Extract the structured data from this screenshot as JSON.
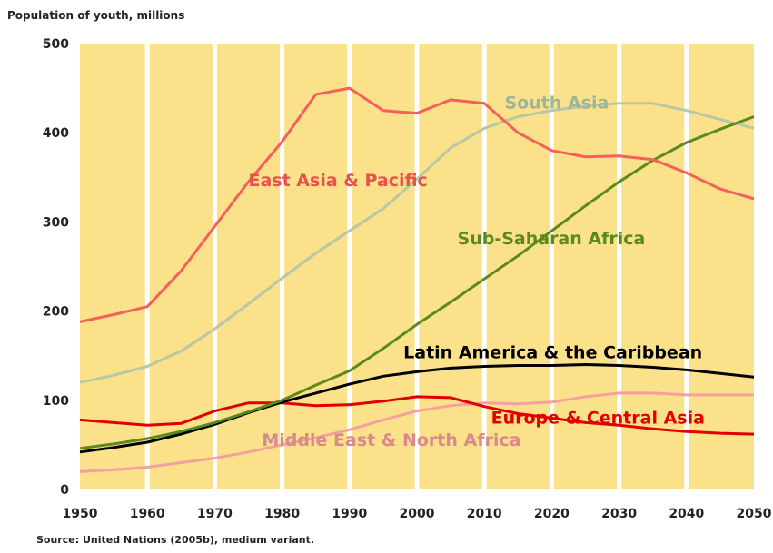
{
  "chart_data": {
    "type": "line",
    "title": "",
    "ylabel": "Population of youth, millions",
    "xlabel": "",
    "source": "Source: United Nations (2005b), medium variant.",
    "xlim": [
      1950,
      2050
    ],
    "ylim": [
      0,
      500
    ],
    "x_ticks": [
      1950,
      1960,
      1970,
      1980,
      1990,
      2000,
      2010,
      2020,
      2030,
      2040,
      2050
    ],
    "y_ticks": [
      0,
      100,
      200,
      300,
      400,
      500
    ],
    "grid": "vertical",
    "background": "#fbe18a",
    "x": [
      1950,
      1955,
      1960,
      1965,
      1970,
      1975,
      1980,
      1985,
      1990,
      1995,
      2000,
      2005,
      2010,
      2015,
      2020,
      2025,
      2030,
      2035,
      2040,
      2045,
      2050
    ],
    "series": [
      {
        "name": "East Asia & Pacific",
        "color": "#f4605a",
        "label_color": "#e8514c",
        "values": [
          188,
          196,
          205,
          245,
          295,
          345,
          390,
          443,
          450,
          425,
          422,
          437,
          433,
          400,
          380,
          373,
          374,
          370,
          355,
          337,
          326
        ]
      },
      {
        "name": "South Asia",
        "color": "#b8c7a5",
        "label_color": "#9fb597",
        "values": [
          120,
          128,
          138,
          155,
          180,
          208,
          237,
          265,
          290,
          315,
          348,
          383,
          405,
          418,
          425,
          430,
          433,
          433,
          425,
          415,
          405
        ]
      },
      {
        "name": "Sub-Saharan Africa",
        "color": "#5a8a1e",
        "label_color": "#5a8a1e",
        "values": [
          46,
          51,
          57,
          65,
          75,
          87,
          100,
          117,
          133,
          158,
          185,
          210,
          236,
          262,
          290,
          318,
          345,
          369,
          389,
          404,
          418
        ]
      },
      {
        "name": "Latin America & the Caribbean",
        "color": "#000000",
        "label_color": "#000000",
        "values": [
          42,
          47,
          53,
          62,
          73,
          86,
          98,
          108,
          118,
          127,
          132,
          136,
          138,
          139,
          139,
          140,
          139,
          137,
          134,
          130,
          126
        ]
      },
      {
        "name": "Europe & Central Asia",
        "color": "#e00000",
        "label_color": "#e00000",
        "values": [
          78,
          75,
          72,
          74,
          88,
          97,
          97,
          94,
          95,
          99,
          104,
          103,
          93,
          85,
          80,
          75,
          72,
          68,
          65,
          63,
          62
        ]
      },
      {
        "name": "Middle East & North Africa",
        "color": "#f5a0a0",
        "label_color": "#d98a8a",
        "values": [
          20,
          22,
          25,
          30,
          35,
          42,
          50,
          58,
          67,
          78,
          88,
          94,
          97,
          96,
          98,
          104,
          108,
          108,
          106,
          106,
          106
        ]
      }
    ]
  }
}
